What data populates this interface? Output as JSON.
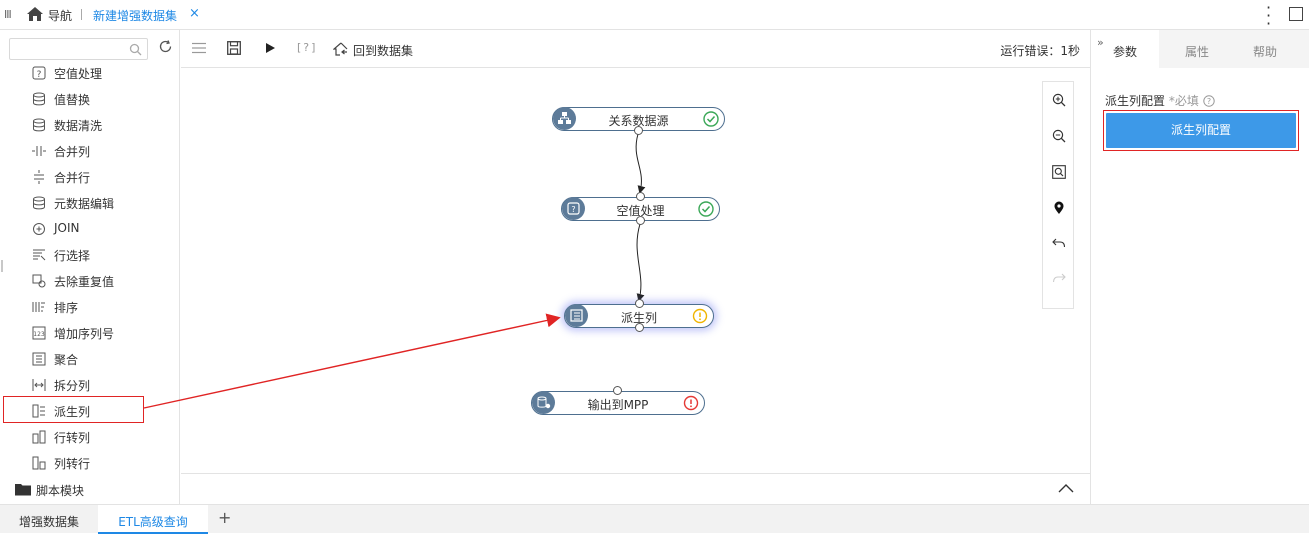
{
  "topbar": {
    "nav_label": "导航",
    "tab_title": "新建增强数据集",
    "close_glyph": "×"
  },
  "search": {
    "placeholder": ""
  },
  "tools": [
    {
      "label": "空值处理",
      "icon": "null-handling-icon"
    },
    {
      "label": "值替换",
      "icon": "database-icon"
    },
    {
      "label": "数据清洗",
      "icon": "database-icon"
    },
    {
      "label": "合并列",
      "icon": "merge-columns-icon"
    },
    {
      "label": "合并行",
      "icon": "merge-rows-icon"
    },
    {
      "label": "元数据编辑",
      "icon": "database-icon"
    },
    {
      "label": "JOIN",
      "icon": "join-icon"
    },
    {
      "label": "行选择",
      "icon": "row-filter-icon"
    },
    {
      "label": "去除重复值",
      "icon": "dedupe-icon"
    },
    {
      "label": "排序",
      "icon": "sort-icon"
    },
    {
      "label": "增加序列号",
      "icon": "serial-number-icon"
    },
    {
      "label": "聚合",
      "icon": "aggregate-icon"
    },
    {
      "label": "拆分列",
      "icon": "split-column-icon"
    },
    {
      "label": "派生列",
      "icon": "derived-column-icon"
    },
    {
      "label": "行转列",
      "icon": "row-to-column-icon"
    },
    {
      "label": "列转行",
      "icon": "column-to-row-icon"
    }
  ],
  "folder": {
    "label": "脚本模块"
  },
  "toolbar": {
    "back_label": "回到数据集",
    "run_error": "运行错误：1秒",
    "help_bracket": "[?]"
  },
  "nodes": {
    "source": {
      "label": "关系数据源",
      "status": "success"
    },
    "null": {
      "label": "空值处理",
      "status": "success"
    },
    "derived": {
      "label": "派生列",
      "status": "warning"
    },
    "output": {
      "label": "输出到MPP",
      "status": "error"
    }
  },
  "right": {
    "tabs": [
      "参数",
      "属性",
      "帮助"
    ],
    "active_tab": "参数",
    "config_label": "派生列配置",
    "required": "*必填",
    "config_button": "派生列配置"
  },
  "bottom_tabs": [
    "增强数据集",
    "ETL高级查询"
  ],
  "active_bottom_tab": "ETL高级查询",
  "colors": {
    "accent": "#1e88e5",
    "button": "#3d99e8",
    "annotation": "#e02424",
    "success": "#3aa757",
    "warning": "#f0b400",
    "error": "#e53935"
  }
}
